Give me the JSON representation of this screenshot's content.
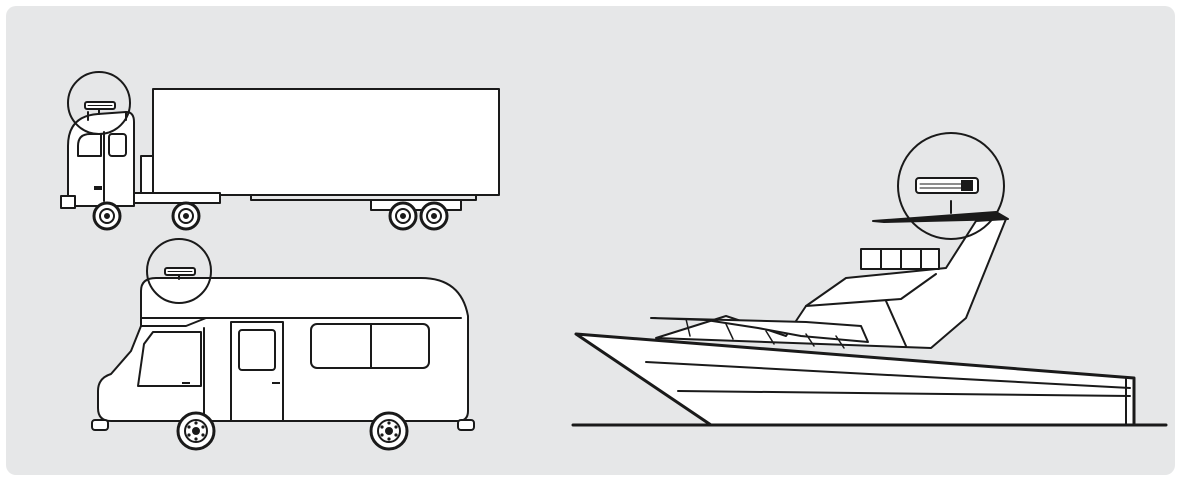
{
  "panel": {
    "background": "#e6e7e8",
    "line_color": "#1a1a1a",
    "fill_color": "#ffffff"
  },
  "vehicles": [
    {
      "id": "truck",
      "icon": "truck-icon",
      "antenna": "satellite-antenna-icon"
    },
    {
      "id": "motorhome",
      "icon": "motorhome-icon",
      "antenna": "satellite-antenna-icon"
    },
    {
      "id": "yacht",
      "icon": "yacht-icon",
      "antenna": "satellite-antenna-icon"
    }
  ]
}
